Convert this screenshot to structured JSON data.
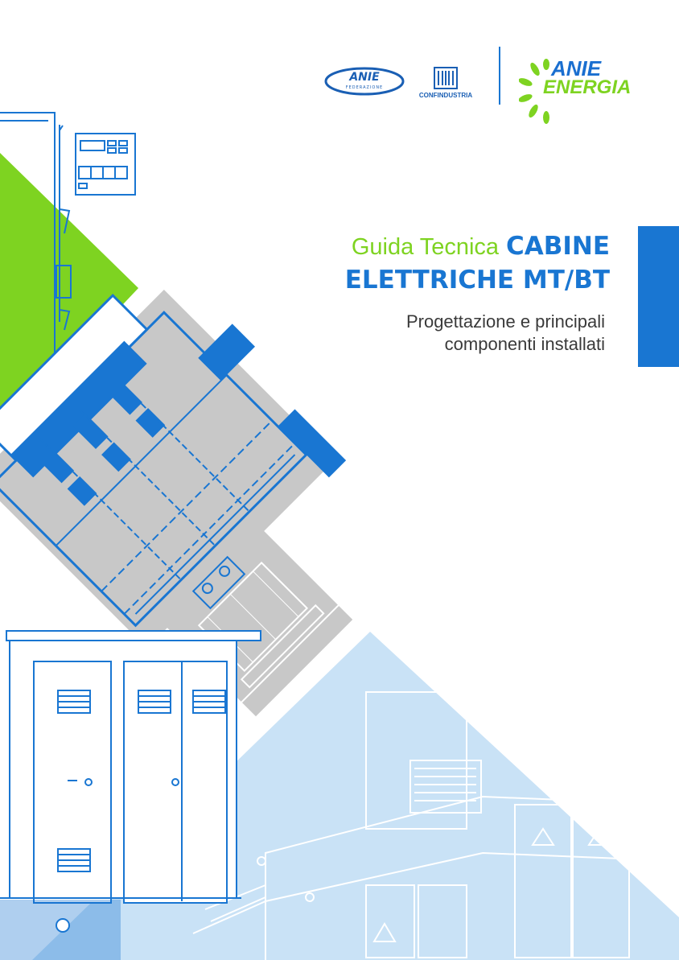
{
  "logos": {
    "anie_federazione": {
      "name": "ANIE",
      "subtitle": "FEDERAZIONE"
    },
    "confindustria": {
      "name": "CONFINDUSTRIA"
    },
    "anie_energia": {
      "line1": "ANIE",
      "line2": "ENERGIA"
    }
  },
  "cover": {
    "title_light": "Guida Tecnica",
    "title_bold_1": "CABINE",
    "title_bold_2": "ELETTRICHE MT/BT",
    "subtitle_line1": "Progettazione e principali",
    "subtitle_line2": "componenti installati"
  },
  "colors": {
    "blue": "#1976d2",
    "green": "#7ed321",
    "light_blue": "#c9e2f6",
    "gray": "#c8c8c8",
    "text": "#3a3a3a"
  }
}
